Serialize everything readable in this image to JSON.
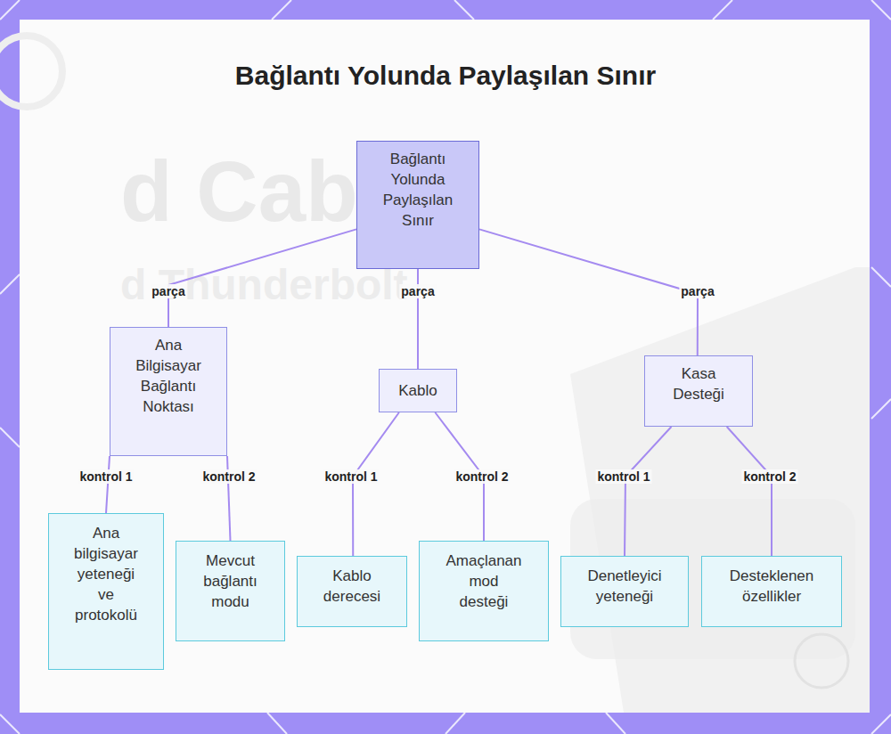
{
  "diagram": {
    "title": "Bağlantı Yolunda Paylaşılan Sınır",
    "nodes": [
      {
        "text": [
          "Bağlantı Yolunda Paylaşılan Sınır"
        ]
      },
      {
        "text": [
          "Ana Bilgisayar Bağlantı Noktası"
        ]
      },
      {
        "text": [
          "Kablo"
        ]
      },
      {
        "text": [
          "Kasa Desteği"
        ]
      },
      {
        "text": [
          "Ana bilgisayar yeteneği ve protokolü"
        ]
      },
      {
        "text": [
          "Mevcut bağlantı modu"
        ]
      },
      {
        "text": [
          "Kablo derecesi"
        ]
      },
      {
        "text": [
          "Amaçlanan mod desteği"
        ]
      },
      {
        "text": [
          "Denetleyici yeteneği"
        ]
      },
      {
        "text": [
          "Desteklenen özellikler"
        ]
      }
    ],
    "edges": [
      {
        "from": 0,
        "to": 1,
        "label": "parça",
        "arrow": "none"
      },
      {
        "from": 0,
        "to": 2,
        "label": "parça",
        "arrow": "none"
      },
      {
        "from": 0,
        "to": 3,
        "label": "parça",
        "arrow": "none"
      },
      {
        "from": 1,
        "to": 4,
        "label": "kontrol 1",
        "arrow": "none"
      },
      {
        "from": 1,
        "to": 5,
        "label": "kontrol 2",
        "arrow": "none"
      },
      {
        "from": 2,
        "to": 6,
        "label": "kontrol 1",
        "arrow": "none"
      },
      {
        "from": 2,
        "to": 7,
        "label": "kontrol 2",
        "arrow": "none"
      },
      {
        "from": 3,
        "to": 8,
        "label": "kontrol 1",
        "arrow": "none"
      },
      {
        "from": 3,
        "to": 9,
        "label": "kontrol 2",
        "arrow": "none"
      }
    ],
    "labels": [
      "d Cabl",
      "d Thunderbolt"
    ]
  }
}
